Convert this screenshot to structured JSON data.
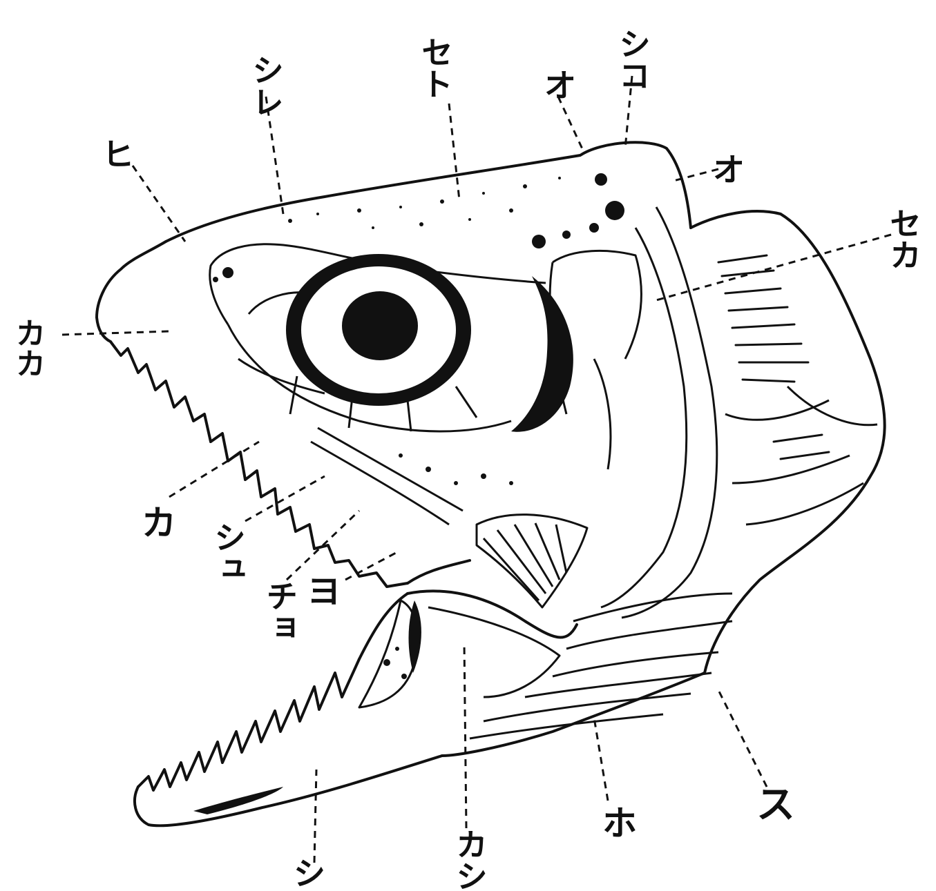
{
  "colors": {
    "ink": "#111111",
    "paper": "#ffffff"
  },
  "labels": {
    "shiko": "シコ",
    "seto": "セト",
    "shire": "シレ",
    "o_left": "オ",
    "o_right": "オ",
    "hi": "ヒ",
    "seka": "セカ",
    "kaka": "カカ",
    "ka": "カ",
    "shu": "シュ",
    "cho": "チョ",
    "yo": "ヨ",
    "ho": "ホ",
    "su": "ス",
    "shi": "シ",
    "kashi": "カシ"
  }
}
